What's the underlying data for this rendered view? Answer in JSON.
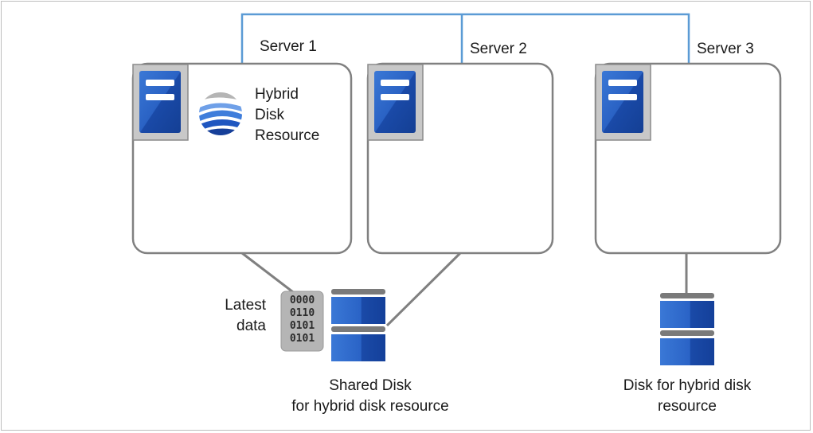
{
  "servers": [
    {
      "name": "Server 1"
    },
    {
      "name": "Server 2"
    },
    {
      "name": "Server 3"
    }
  ],
  "resource_label": [
    "Hybrid",
    "Disk",
    "Resource"
  ],
  "latest_data_label": [
    "Latest",
    "data"
  ],
  "binary_rows": [
    "0000",
    "0110",
    "0101",
    "0101"
  ],
  "shared_disk_label": [
    "Shared Disk",
    "for hybrid disk resource"
  ],
  "hybrid_disk_label": [
    "Disk for hybrid disk",
    "resource"
  ],
  "colors": {
    "network_line": "#5b9bd5",
    "server_border": "#808080",
    "disk_blue": "#1f56b8",
    "disk_blue_light": "#3a78d6",
    "disk_rim": "#7a7a7a",
    "server_icon_bg": "#c8c8c8"
  }
}
